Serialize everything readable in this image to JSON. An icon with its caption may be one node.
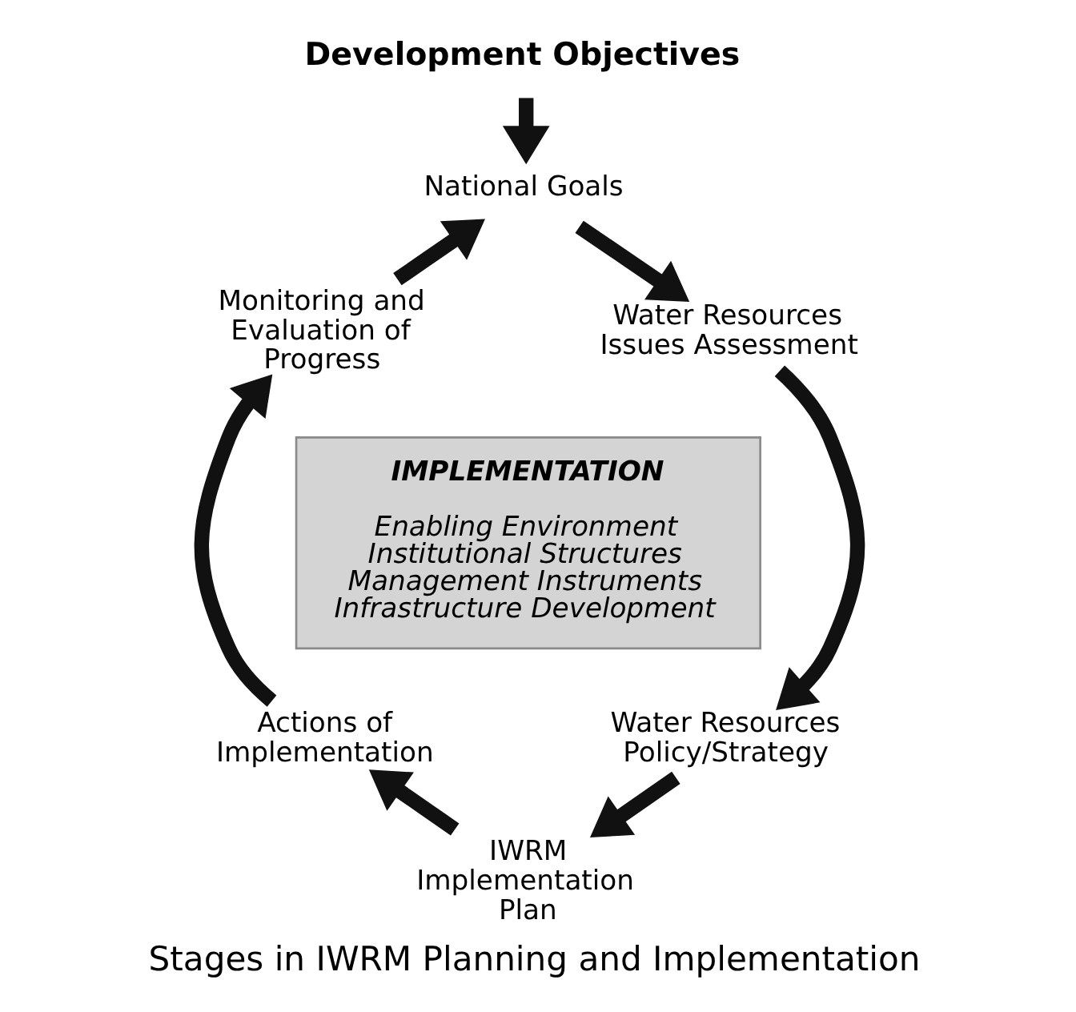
{
  "diagram": {
    "caption": "Stages in IWRM Planning and Implementation",
    "nodes": [
      {
        "text": [
          "Development Objectives"
        ]
      },
      {
        "text": [
          "National Goals"
        ]
      },
      {
        "text": [
          "Monitoring and Evaluation of Progress"
        ]
      },
      {
        "text": [
          "Water Resources Issues Assessment"
        ]
      },
      {
        "text": [
          "IMPLEMENTATION",
          "Enabling Environment",
          "Institutional Structures",
          "Management Instruments",
          "Infrastructure Development"
        ]
      },
      {
        "text": [
          "Actions of Implementation"
        ]
      },
      {
        "text": [
          "Water Resources Policy/Strategy"
        ]
      },
      {
        "text": [
          "IWRM Implementation Plan"
        ]
      }
    ],
    "edges": [
      {
        "from": 0,
        "to": 1,
        "arrow": "to"
      },
      {
        "from": 1,
        "to": 3,
        "arrow": "to"
      },
      {
        "from": 3,
        "to": 6,
        "arrow": "to"
      },
      {
        "from": 6,
        "to": 7,
        "arrow": "to"
      },
      {
        "from": 7,
        "to": 5,
        "arrow": "to"
      },
      {
        "from": 5,
        "to": 2,
        "arrow": "to"
      },
      {
        "from": 2,
        "to": 1,
        "arrow": "to"
      }
    ]
  }
}
